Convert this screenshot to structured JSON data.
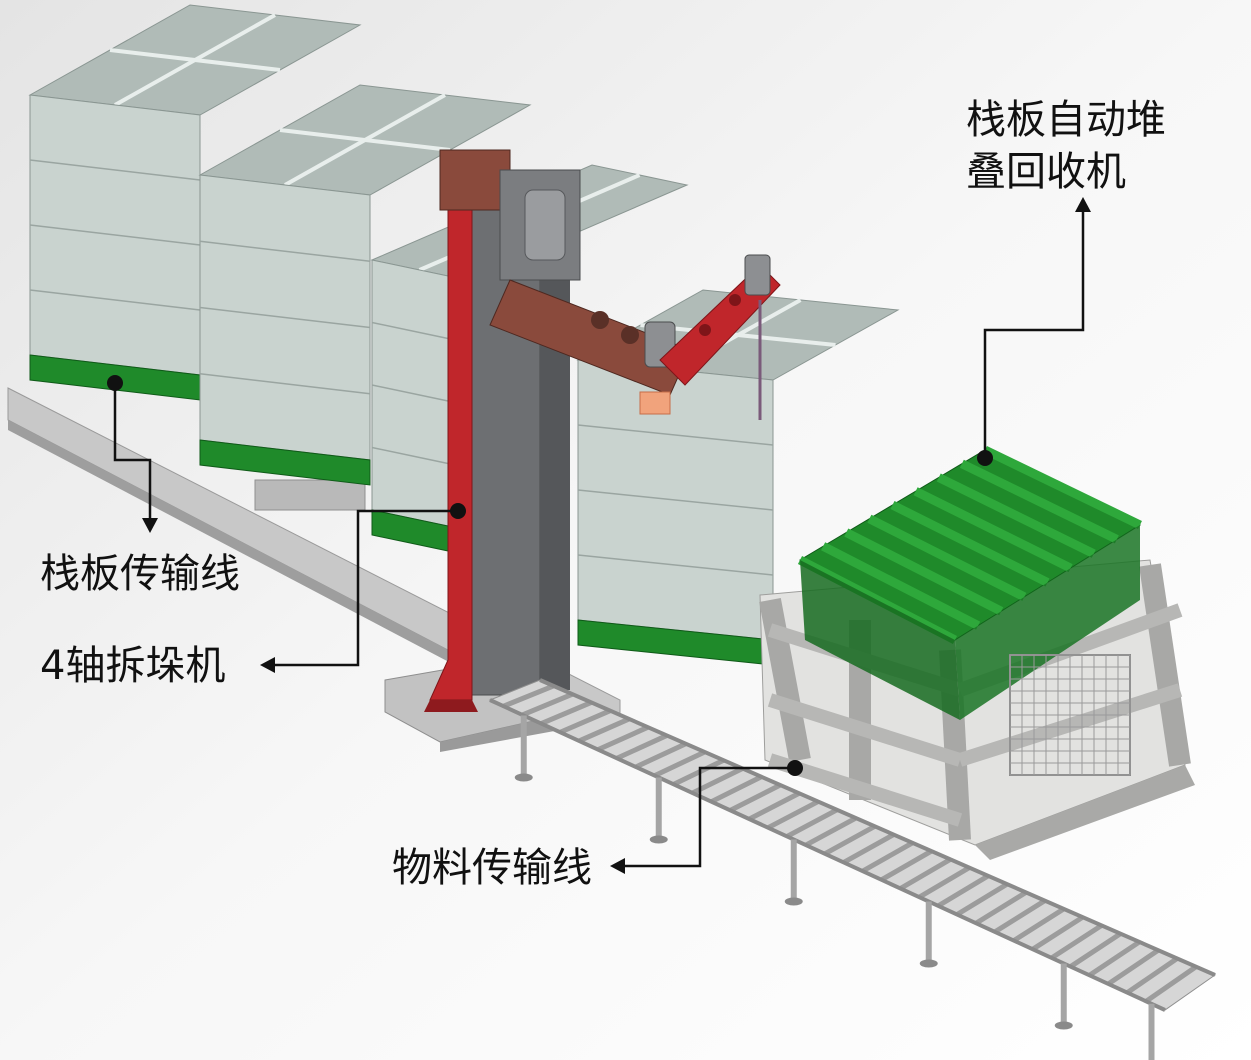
{
  "labels": {
    "pallet_stacker": [
      "栈板自动堆",
      "叠回收机"
    ],
    "pallet_conveyor": "栈板传输线",
    "depalletizer": "4轴拆垛机",
    "material_conveyor": "物料传输线"
  },
  "colors": {
    "background": "#f4f4f4",
    "box_front": "#c9d3cf",
    "box_side": "#dde4e1",
    "box_top": "#b0bbb7",
    "pallet_green": "#1f8a2a",
    "robot_red": "#c0262b",
    "robot_brown": "#8a4a3c",
    "column_grey": "#6d6f72",
    "frame_grey": "#c4c4c2",
    "rail_grey": "#bdbdbd",
    "leader_line": "#111111"
  }
}
